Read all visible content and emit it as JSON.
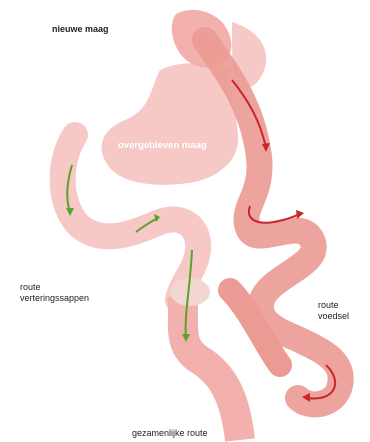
{
  "labels": {
    "new_stomach": "nieuwe maag",
    "remaining_stomach": "overgebleven maag",
    "digestive_route_line1": "route",
    "digestive_route_line2": "verteringssappen",
    "food_route_line1": "route",
    "food_route_line2": "voedsel",
    "combined_route": "gezamenlijke route"
  },
  "colors": {
    "tissue_light": "#f6c9c6",
    "tissue_mid": "#f2b1ac",
    "tissue_dark": "#ec9a94",
    "food_arrow": "#c8252a",
    "juice_arrow": "#5aa329"
  }
}
